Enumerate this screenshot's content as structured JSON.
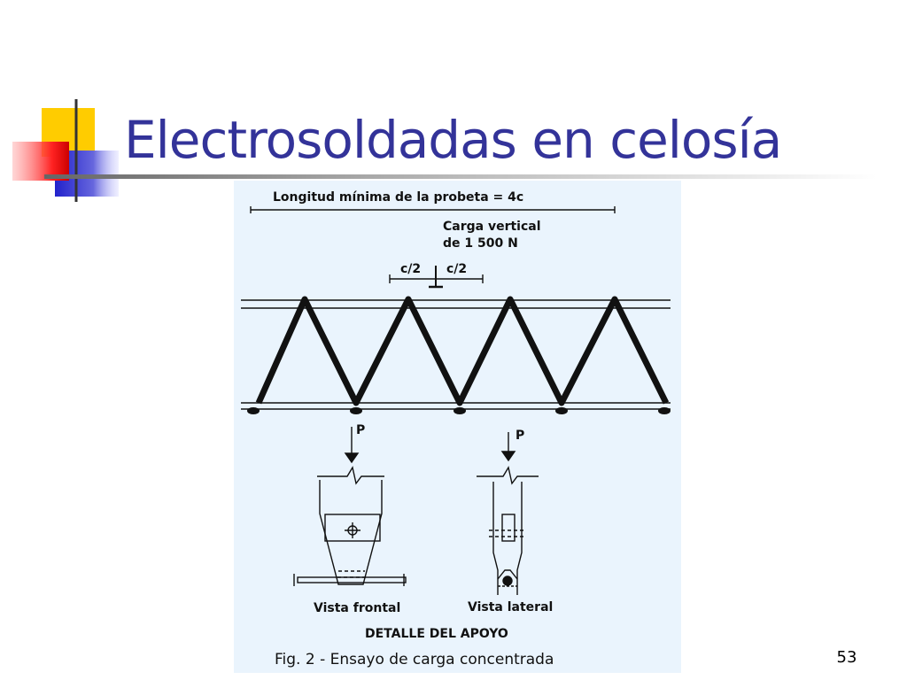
{
  "slide": {
    "title": "Electrosoldadas en celosía",
    "page_number": "53"
  },
  "figure": {
    "length_label": "Longitud mínima de la probeta = 4c",
    "load_label_line1": "Carga vertical",
    "load_label_line2": "de 1 500 N",
    "half_left": "c/2",
    "half_right": "c/2",
    "force_left": "P",
    "force_right": "P",
    "front_view": "Vista frontal",
    "side_view": "Vista lateral",
    "detail_title": "DETALLE DEL APOYO",
    "caption": "Fig. 2 - Ensayo de carga concentrada"
  },
  "colors": {
    "title": "#333399",
    "figure_background": "#eaf4fd",
    "accent_yellow": "#ffcc00",
    "accent_blue": "#3333cc",
    "accent_red": "#ff3333"
  }
}
